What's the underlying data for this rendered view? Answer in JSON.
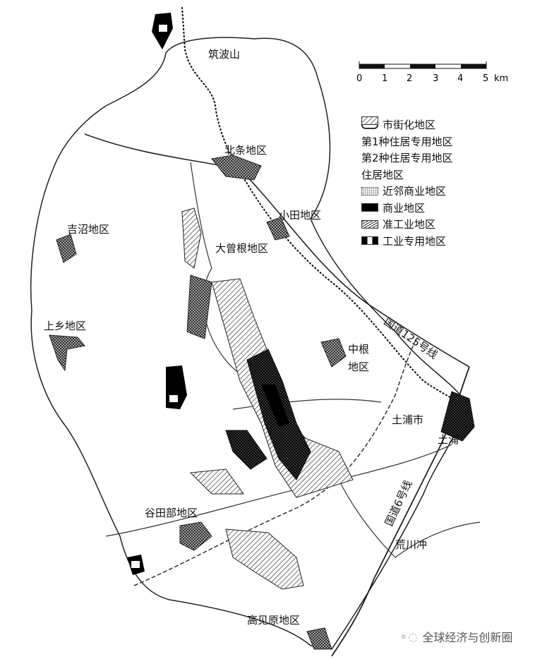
{
  "places": {
    "tsukuba_mountain": "筑波山",
    "hojo": "北条地区",
    "oda": "小田地区",
    "yoshinuma": "吉沼地区",
    "osone": "大曾根地区",
    "kamigo": "上乡地区",
    "nakane_1": "中根",
    "nakane_2": "地区",
    "tsuchiura_city": "土浦市",
    "tsuchiura": "土浦",
    "route125": "国道125号线",
    "route6": "国道6号线",
    "yatabe": "谷田部地区",
    "arakawaoki": "荒川冲",
    "takamigahara": "高见原地区"
  },
  "scale_bar": {
    "ticks": [
      "0",
      "1",
      "2",
      "3",
      "4",
      "5"
    ],
    "unit": "km"
  },
  "legend": [
    {
      "label": "市街化地区",
      "pattern": "outline"
    },
    {
      "label": "第1种住居专用地区",
      "pattern": "light-crosshatch"
    },
    {
      "label": "第2种住居专用地区",
      "pattern": "dark-crosshatch"
    },
    {
      "label": "住居地区",
      "pattern": "hatch"
    },
    {
      "label": "近邻商业地区",
      "pattern": "dots"
    },
    {
      "label": "商业地区",
      "pattern": "solid-black"
    },
    {
      "label": "准工业地区",
      "pattern": "dense-hatch"
    },
    {
      "label": "工业专用地区",
      "pattern": "industrial"
    }
  ],
  "watermark": "全球经济与创新圈"
}
